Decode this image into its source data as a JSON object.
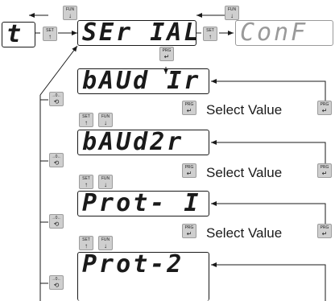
{
  "displays": {
    "left": "t",
    "top": "SEr IAL",
    "conf": "ConF",
    "b1": "bAUd Ir",
    "b2": "bAUd2r",
    "p1": "Prot- I",
    "p2": "Prot-2"
  },
  "keys": {
    "fun": "FUN",
    "set": "SET",
    "prg": "PRG",
    "zero": "→0←",
    "arrow_down": "↓",
    "arrow_up": "↑",
    "enter": "↵",
    "cycle": "⟲"
  },
  "select_value": "Select Value"
}
